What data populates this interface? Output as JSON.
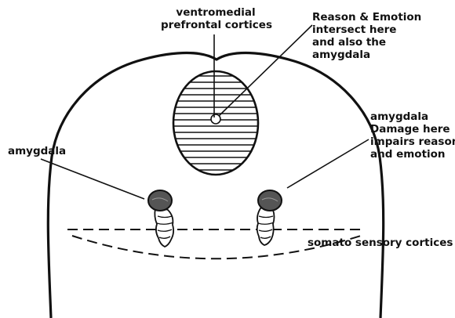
{
  "labels": {
    "vmpfc": [
      "ventromedial",
      "prefrontal cortices"
    ],
    "intersect": [
      "Reason & Emotion",
      "intersect here",
      "and also the",
      "amygdala"
    ],
    "amygdala_left": "amygdala",
    "amygdala_right": [
      "amygdala",
      "Damage here",
      "impairs reason",
      "and emotion"
    ],
    "somato": "somato sensory cortices"
  },
  "colors": {
    "ink": "#111111",
    "amygdala_fill": "#555555",
    "background": "#ffffff"
  }
}
